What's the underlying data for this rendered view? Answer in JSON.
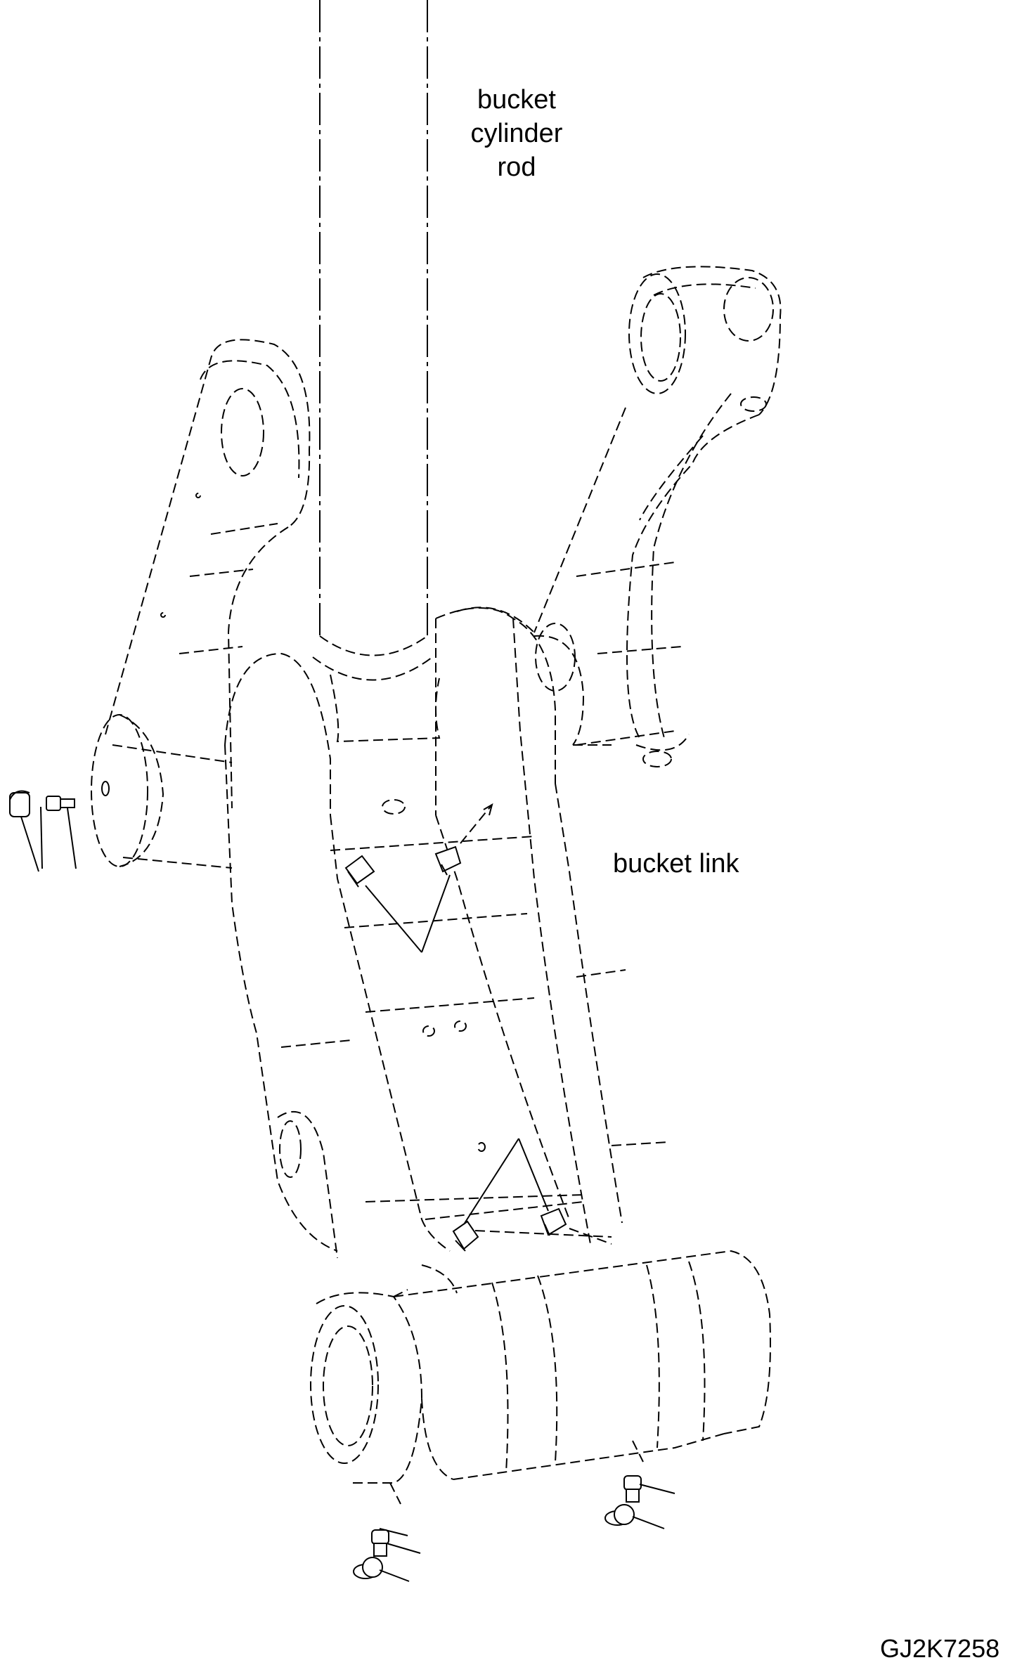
{
  "labels": {
    "rod_line1": "bucket",
    "rod_line2": "cylinder",
    "rod_line3": "rod",
    "link": "bucket link",
    "drawing_id": "GJ2K7258"
  },
  "colors": {
    "line": "#000000",
    "background": "#ffffff"
  }
}
